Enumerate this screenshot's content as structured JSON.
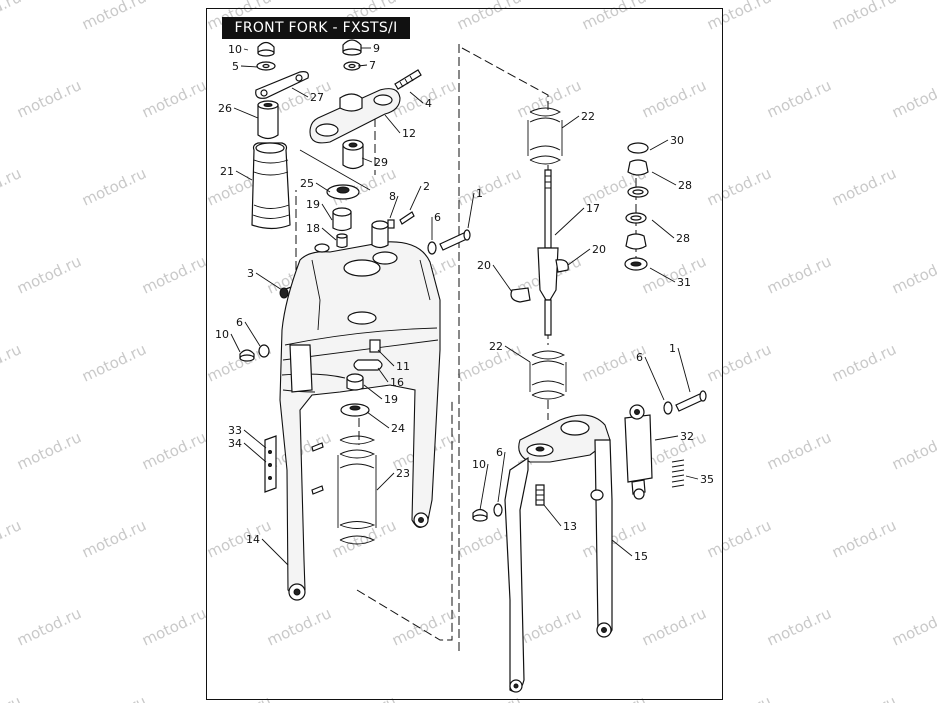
{
  "title": "FRONT FORK - FXSTS/I",
  "watermark": "motod.ru",
  "callouts": [
    {
      "id": "c10a",
      "label": "10"
    },
    {
      "id": "c9",
      "label": "9"
    },
    {
      "id": "c5",
      "label": "5"
    },
    {
      "id": "c7",
      "label": "7"
    },
    {
      "id": "c27",
      "label": "27"
    },
    {
      "id": "c4",
      "label": "4"
    },
    {
      "id": "c26",
      "label": "26"
    },
    {
      "id": "c12",
      "label": "12"
    },
    {
      "id": "c29",
      "label": "29"
    },
    {
      "id": "c21",
      "label": "21"
    },
    {
      "id": "c25",
      "label": "25"
    },
    {
      "id": "c8",
      "label": "8"
    },
    {
      "id": "c2",
      "label": "2"
    },
    {
      "id": "c1a",
      "label": "1"
    },
    {
      "id": "c19a",
      "label": "19"
    },
    {
      "id": "c6a",
      "label": "6"
    },
    {
      "id": "c18",
      "label": "18"
    },
    {
      "id": "c3",
      "label": "3"
    },
    {
      "id": "c10b",
      "label": "10"
    },
    {
      "id": "c6b",
      "label": "6"
    },
    {
      "id": "c11",
      "label": "11"
    },
    {
      "id": "c16",
      "label": "16"
    },
    {
      "id": "c19b",
      "label": "19"
    },
    {
      "id": "c24",
      "label": "24"
    },
    {
      "id": "c33",
      "label": "33"
    },
    {
      "id": "c34",
      "label": "34"
    },
    {
      "id": "c23",
      "label": "23"
    },
    {
      "id": "c14",
      "label": "14"
    },
    {
      "id": "c22a",
      "label": "22"
    },
    {
      "id": "c17",
      "label": "17"
    },
    {
      "id": "c20a",
      "label": "20"
    },
    {
      "id": "c20b",
      "label": "20"
    },
    {
      "id": "c22b",
      "label": "22"
    },
    {
      "id": "c30",
      "label": "30"
    },
    {
      "id": "c28a",
      "label": "28"
    },
    {
      "id": "c28b",
      "label": "28"
    },
    {
      "id": "c31",
      "label": "31"
    },
    {
      "id": "c6c",
      "label": "6"
    },
    {
      "id": "c1b",
      "label": "1"
    },
    {
      "id": "c32",
      "label": "32"
    },
    {
      "id": "c10c",
      "label": "10"
    },
    {
      "id": "c6d",
      "label": "6"
    },
    {
      "id": "c35",
      "label": "35"
    },
    {
      "id": "c13",
      "label": "13"
    },
    {
      "id": "c15",
      "label": "15"
    }
  ]
}
